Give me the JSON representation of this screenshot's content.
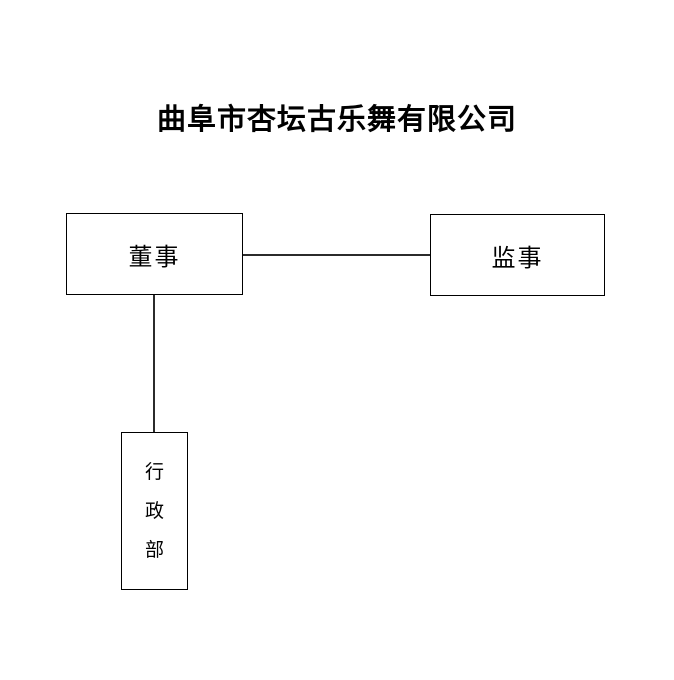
{
  "document": {
    "title": "曲阜市杏坛古乐舞有限公司",
    "background_color": "#ffffff",
    "line_color": "#000000"
  },
  "org_chart": {
    "type": "organizational-chart",
    "nodes": [
      {
        "id": "director",
        "label": "董事",
        "orientation": "horizontal",
        "level": 1
      },
      {
        "id": "supervisor",
        "label": "监事",
        "orientation": "horizontal",
        "level": 1
      },
      {
        "id": "admin",
        "label": "行政部",
        "orientation": "vertical",
        "level": 2,
        "chars": [
          "行",
          "政",
          "部"
        ]
      }
    ],
    "edges": [
      {
        "from": "director",
        "to": "supervisor",
        "style": "horizontal"
      },
      {
        "from": "director",
        "to": "admin",
        "style": "vertical"
      }
    ]
  }
}
